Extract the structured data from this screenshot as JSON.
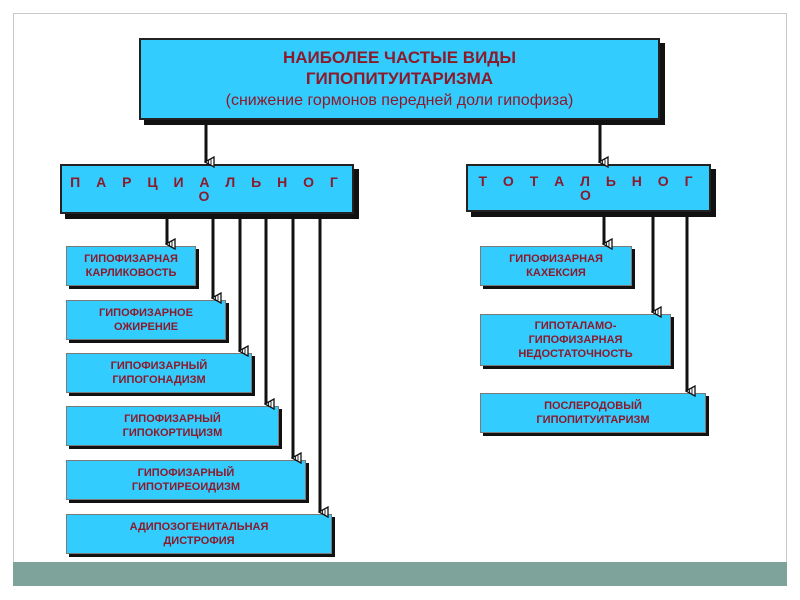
{
  "title": {
    "line1": "НАИБОЛЕЕ ЧАСТЫЕ ВИДЫ",
    "line2": "ГИПОПИТУИТАРИЗМА",
    "subtitle": "(снижение гормонов передней доли гипофиза)"
  },
  "partial": {
    "heading": "П А Р Ц И А Л Ь Н О Г О",
    "items": [
      {
        "line1": "ГИПОФИЗАРНАЯ",
        "line2": "КАРЛИКОВОСТЬ"
      },
      {
        "line1": "ГИПОФИЗАРНОЕ",
        "line2": "ОЖИРЕНИЕ"
      },
      {
        "line1": "ГИПОФИЗАРНЫЙ",
        "line2": "ГИПОГОНАДИЗМ"
      },
      {
        "line1": "ГИПОФИЗАРНЫЙ",
        "line2": "ГИПОКОРТИЦИЗМ"
      },
      {
        "line1": "ГИПОФИЗАРНЫЙ",
        "line2": "ГИПОТИРЕОИДИЗМ"
      },
      {
        "line1": "АДИПОЗОГЕНИТАЛЬНАЯ",
        "line2": "ДИСТРОФИЯ"
      }
    ]
  },
  "total": {
    "heading": "Т О Т А Л Ь Н О Г О",
    "items": [
      {
        "line1": "ГИПОФИЗАРНАЯ",
        "line2": "КАХЕКСИЯ",
        "line3": ""
      },
      {
        "line1": "ГИПОТАЛАМО-",
        "line2": "ГИПОФИЗАРНАЯ",
        "line3": "НЕДОСТАТОЧНОСТЬ"
      },
      {
        "line1": "ПОСЛЕРОДОВЫЙ",
        "line2": "ГИПОПИТУИТАРИЗМ",
        "line3": ""
      }
    ]
  },
  "colors": {
    "box_fill": "#33ccff",
    "text": "#8b1a2a",
    "footer_band": "#7ea39a"
  }
}
